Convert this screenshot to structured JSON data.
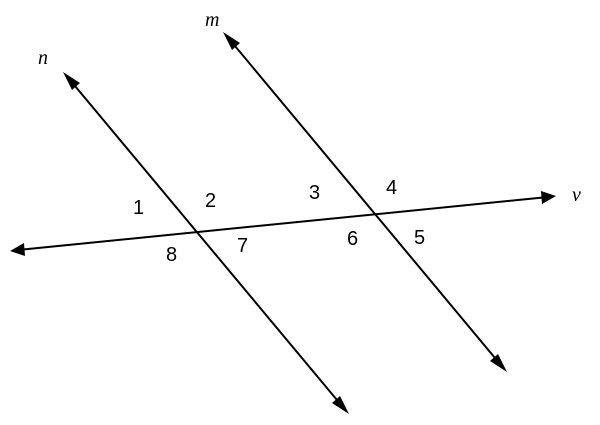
{
  "lines": {
    "n": {
      "label": "n"
    },
    "m": {
      "label": "m"
    },
    "v": {
      "label": "v"
    }
  },
  "angles": [
    "1",
    "2",
    "3",
    "4",
    "5",
    "6",
    "7",
    "8"
  ],
  "colors": {
    "stroke": "#000000",
    "background": "#ffffff"
  }
}
